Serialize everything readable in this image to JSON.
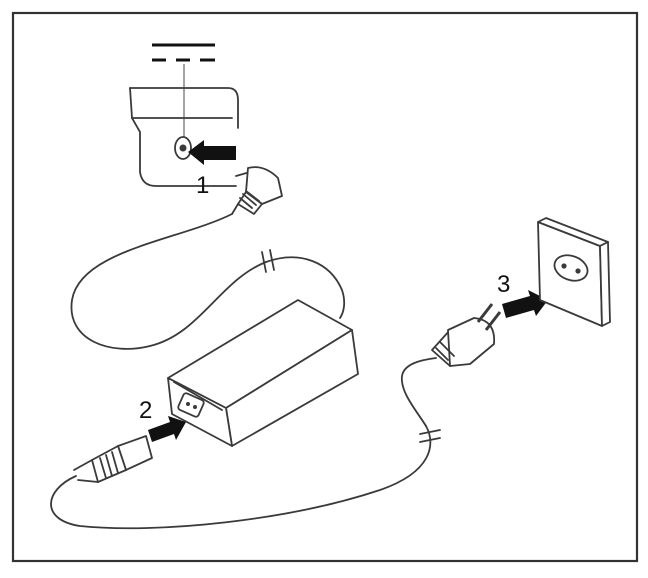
{
  "diagram": {
    "steps": [
      {
        "number": "1"
      },
      {
        "number": "2"
      },
      {
        "number": "3"
      }
    ],
    "dc_symbol": "dc-power-symbol",
    "colors": {
      "frame": "#333333",
      "line": "#3a3a3a",
      "arrow": "#111111",
      "background": "#ffffff"
    }
  }
}
